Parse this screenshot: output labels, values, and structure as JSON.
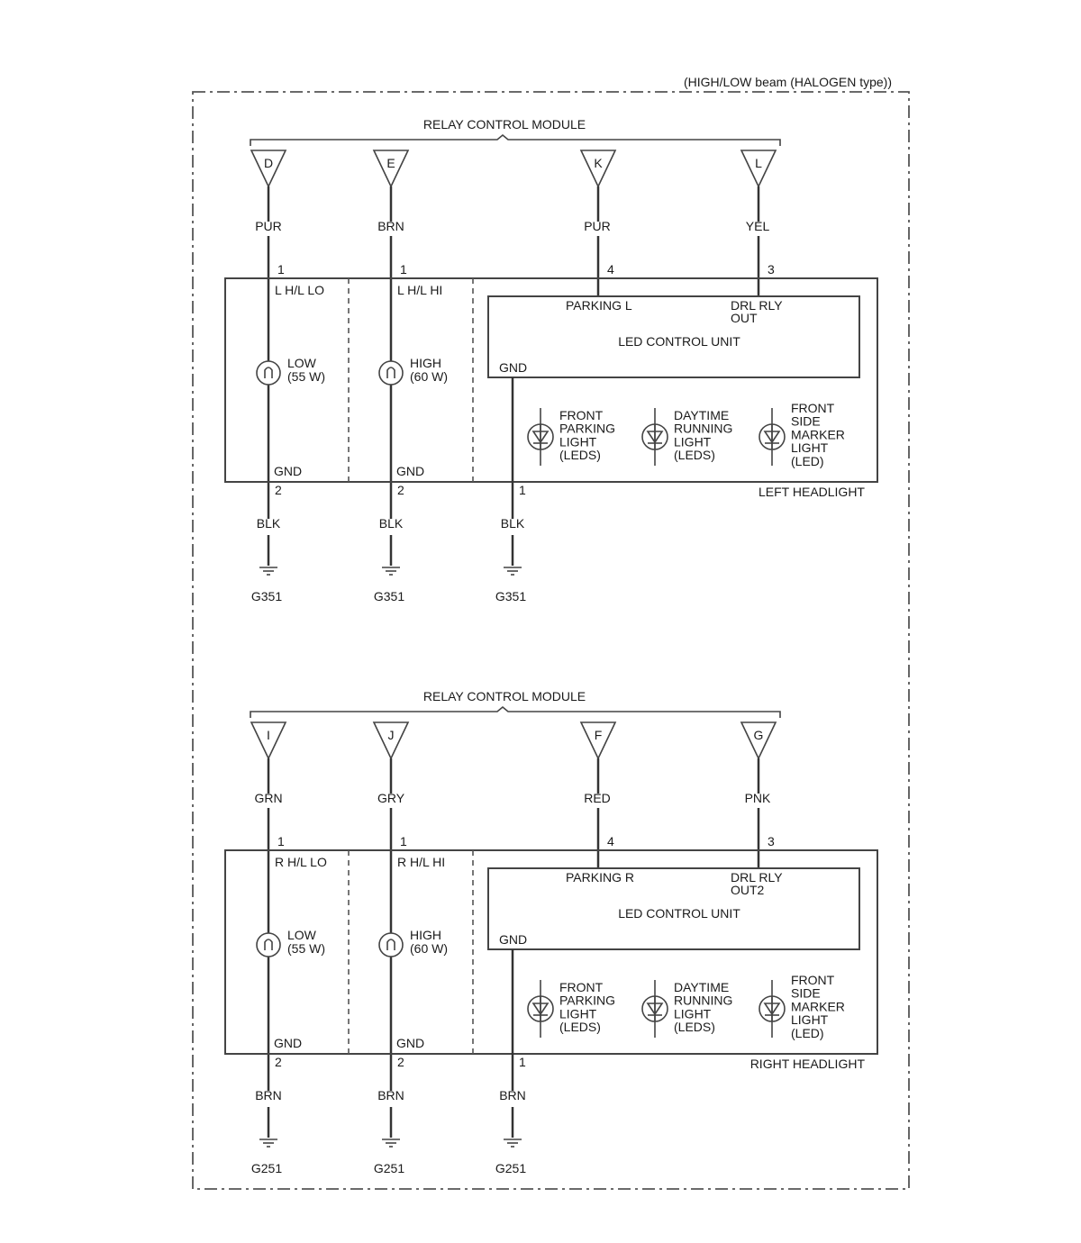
{
  "title": "(HIGH/LOW beam (HALOGEN type))",
  "colors": {
    "line": "#333333",
    "background": "#ffffff"
  },
  "icons": [
    "connector-terminal-icon",
    "bulb-icon",
    "led-icon",
    "ground-icon"
  ],
  "left": {
    "module": "RELAY CONTROL MODULE",
    "terminals": [
      "D",
      "E",
      "K",
      "L"
    ],
    "wires": [
      "PUR",
      "BRN",
      "PUR",
      "YEL"
    ],
    "pins": [
      "1",
      "1",
      "4",
      "3"
    ],
    "sections": [
      "L H/L LO",
      "L H/L HI"
    ],
    "bulbs": [
      {
        "name": "LOW",
        "watt": "(55 W)"
      },
      {
        "name": "HIGH",
        "watt": "(60 W)"
      }
    ],
    "led_unit": {
      "parking": "PARKING L",
      "drl": [
        "DRL RLY",
        "OUT"
      ],
      "name": "LED CONTROL UNIT",
      "gnd": "GND"
    },
    "leds": [
      [
        "FRONT",
        "PARKING",
        "LIGHT",
        "(LEDS)"
      ],
      [
        "DAYTIME",
        "RUNNING",
        "LIGHT",
        "(LEDS)"
      ],
      [
        "FRONT",
        "SIDE",
        "MARKER",
        "LIGHT",
        "(LED)"
      ]
    ],
    "gnd_labels": [
      "GND",
      "GND"
    ],
    "gnd_pins": [
      "2",
      "2",
      "1"
    ],
    "gnd_wires": [
      "BLK",
      "BLK",
      "BLK"
    ],
    "grounds": [
      "G351",
      "G351",
      "G351"
    ],
    "component": "LEFT HEADLIGHT"
  },
  "right": {
    "module": "RELAY CONTROL MODULE",
    "terminals": [
      "I",
      "J",
      "F",
      "G"
    ],
    "wires": [
      "GRN",
      "GRY",
      "RED",
      "PNK"
    ],
    "pins": [
      "1",
      "1",
      "4",
      "3"
    ],
    "sections": [
      "R H/L LO",
      "R H/L HI"
    ],
    "bulbs": [
      {
        "name": "LOW",
        "watt": "(55 W)"
      },
      {
        "name": "HIGH",
        "watt": "(60 W)"
      }
    ],
    "led_unit": {
      "parking": "PARKING R",
      "drl": [
        "DRL RLY",
        "OUT2"
      ],
      "name": "LED CONTROL UNIT",
      "gnd": "GND"
    },
    "leds": [
      [
        "FRONT",
        "PARKING",
        "LIGHT",
        "(LEDS)"
      ],
      [
        "DAYTIME",
        "RUNNING",
        "LIGHT",
        "(LEDS)"
      ],
      [
        "FRONT",
        "SIDE",
        "MARKER",
        "LIGHT",
        "(LED)"
      ]
    ],
    "gnd_labels": [
      "GND",
      "GND"
    ],
    "gnd_pins": [
      "2",
      "2",
      "1"
    ],
    "gnd_wires": [
      "BRN",
      "BRN",
      "BRN"
    ],
    "grounds": [
      "G251",
      "G251",
      "G251"
    ],
    "component": "RIGHT HEADLIGHT"
  }
}
